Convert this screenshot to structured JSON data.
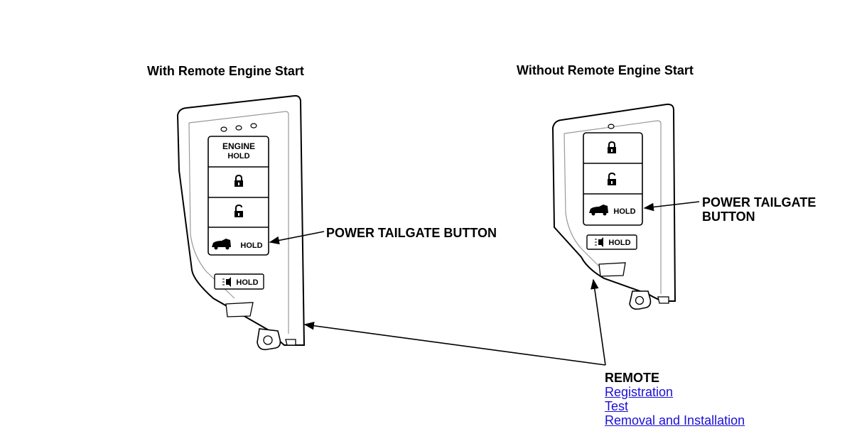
{
  "headings": {
    "with_res": "With Remote Engine Start",
    "without_res": "Without Remote Engine Start"
  },
  "fob_left": {
    "engine_label_1": "ENGINE",
    "engine_label_2": "HOLD",
    "tailgate_hold": "HOLD",
    "panic_hold": "HOLD"
  },
  "fob_right": {
    "tailgate_hold": "HOLD",
    "panic_hold": "HOLD"
  },
  "callouts": {
    "left_tailgate": "POWER TAILGATE BUTTON",
    "right_tailgate_line1": "POWER TAILGATE",
    "right_tailgate_line2": "BUTTON"
  },
  "remote": {
    "title": "REMOTE",
    "links": [
      "Registration",
      "Test",
      "Removal and Installation"
    ]
  },
  "icons": {
    "lock": "lock-icon",
    "unlock": "unlock-icon",
    "tailgate": "car-tailgate-icon",
    "panic": "panic-horn-icon"
  }
}
